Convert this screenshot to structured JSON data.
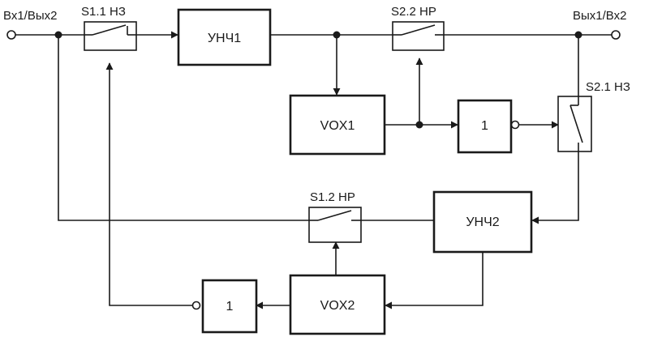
{
  "labels": {
    "input_left": "Вх1/Вых2",
    "output_right": "Вых1/Вх2"
  },
  "switches": {
    "s1_1": "S1.1 НЗ",
    "s2_2": "S2.2 НР",
    "s2_1": "S2.1 НЗ",
    "s1_2": "S1.2 НР"
  },
  "blocks": {
    "unch1": "УНЧ1",
    "unch2": "УНЧ2",
    "vox1": "VOX1",
    "vox2": "VOX2",
    "inv1": "1",
    "inv2": "1"
  },
  "colors": {
    "ink": "#1a1a1a",
    "background": "#ffffff"
  }
}
